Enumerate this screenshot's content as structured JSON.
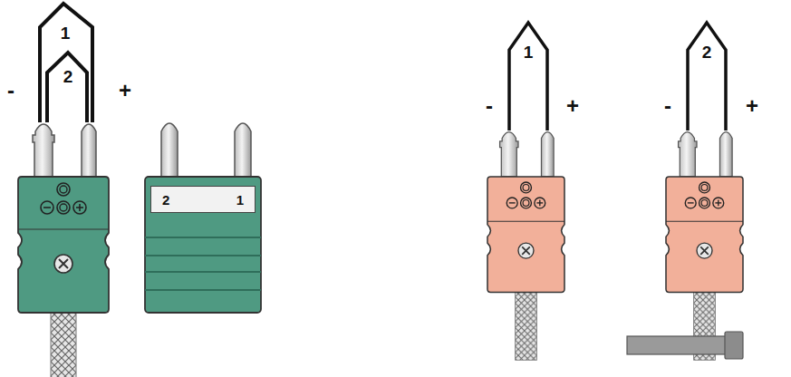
{
  "diagram": {
    "nodes": [
      {
        "text": [
          "2",
          "1"
        ]
      }
    ],
    "labels": [
      "1",
      "2",
      "-",
      "+",
      "1",
      "-",
      "+",
      "2",
      "-",
      "+"
    ]
  }
}
